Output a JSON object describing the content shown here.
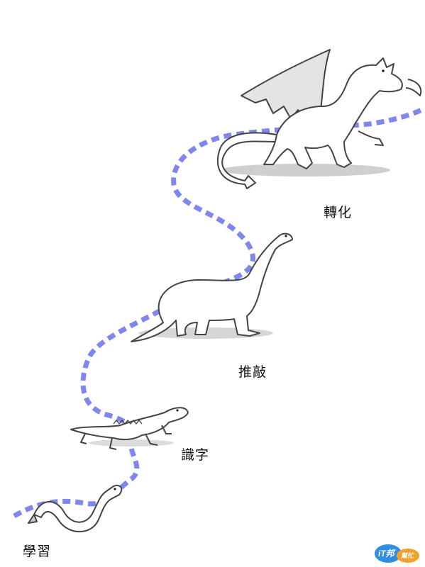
{
  "stages": [
    {
      "label": "學習",
      "creature": "snake"
    },
    {
      "label": "識字",
      "creature": "lizard"
    },
    {
      "label": "推敲",
      "creature": "dinosaur"
    },
    {
      "label": "轉化",
      "creature": "dragon"
    }
  ],
  "path_color": "#7f86ee",
  "logo": {
    "main": "iT邦",
    "sub": "幫忙"
  }
}
